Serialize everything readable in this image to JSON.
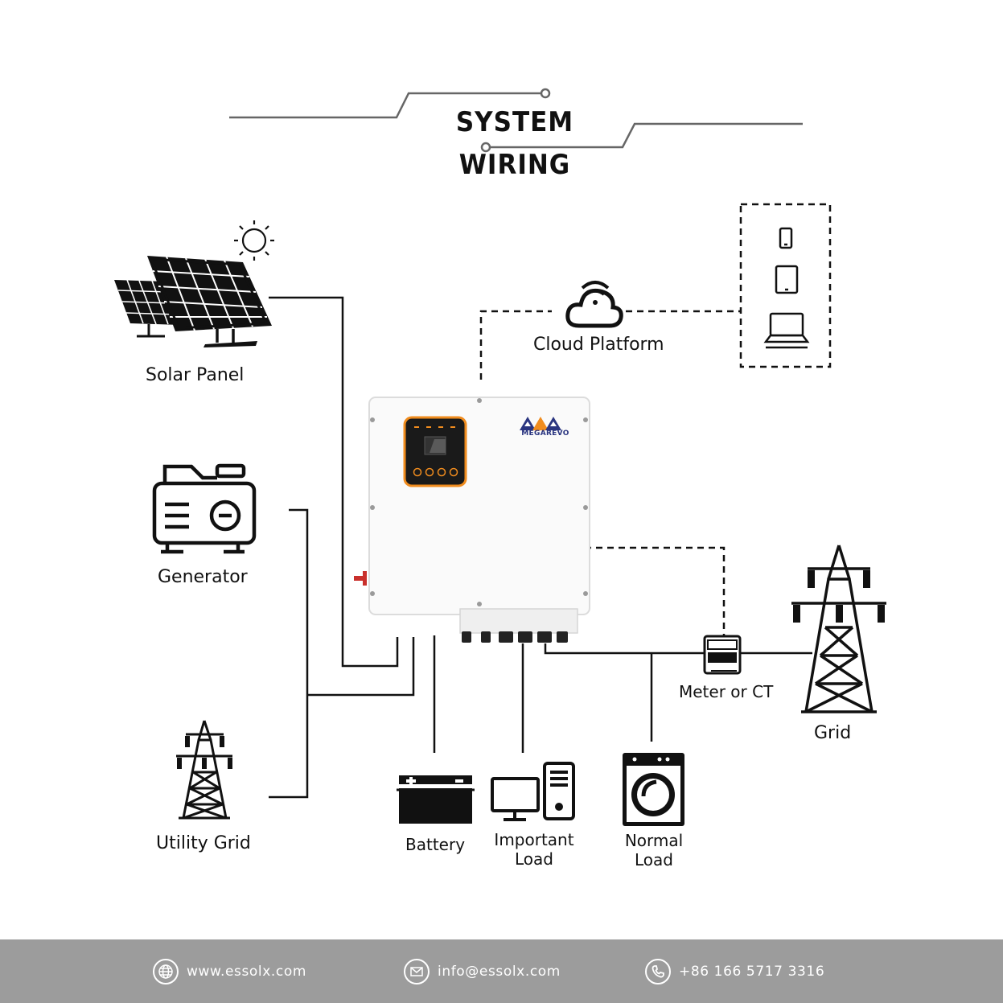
{
  "title": "SYSTEM WIRING",
  "inverter": {
    "brand": "MEGAREVO"
  },
  "nodes": {
    "solar_panel": "Solar Panel",
    "generator": "Generator",
    "utility_grid": "Utility Grid",
    "cloud_platform": "Cloud Platform",
    "battery": "Battery",
    "important_load": [
      "Important",
      "Load"
    ],
    "normal_load": [
      "Normal",
      "Load"
    ],
    "meter": "Meter or CT",
    "grid": "Grid"
  },
  "devices": [
    "smartphone-icon",
    "tablet-icon",
    "laptop-icon"
  ],
  "footer": {
    "website": "www.essolx.com",
    "email": "info@essolx.com",
    "phone": "+86 166 5717 3316"
  },
  "colors": {
    "line": "#111111",
    "footer_bg": "#9c9c9c",
    "display_accent": "#f08c1e",
    "brand_blue": "#2a3580",
    "brand_orange": "#f08c1e"
  }
}
